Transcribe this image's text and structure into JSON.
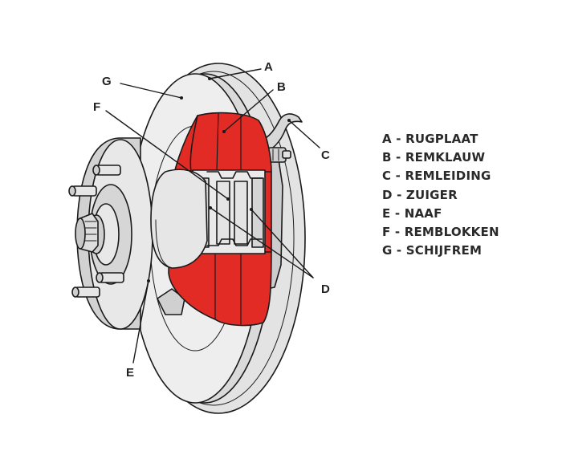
{
  "colors": {
    "caliper": "#e32b25",
    "metal_light": "#e6e6e6",
    "metal_mid": "#cfcfcf",
    "metal_dark": "#b3b3b3",
    "outline": "#1a1a1a"
  },
  "callouts": {
    "a": "A",
    "b": "B",
    "c": "C",
    "d": "D",
    "e": "E",
    "f": "F",
    "g": "G"
  },
  "legend": [
    "A - RUGPLAAT",
    "B - REMKLAUW",
    "C - REMLEIDING",
    "D - ZUIGER",
    "E - NAAF",
    "F - REMBLOKKEN",
    "G - SCHIJFREM"
  ]
}
